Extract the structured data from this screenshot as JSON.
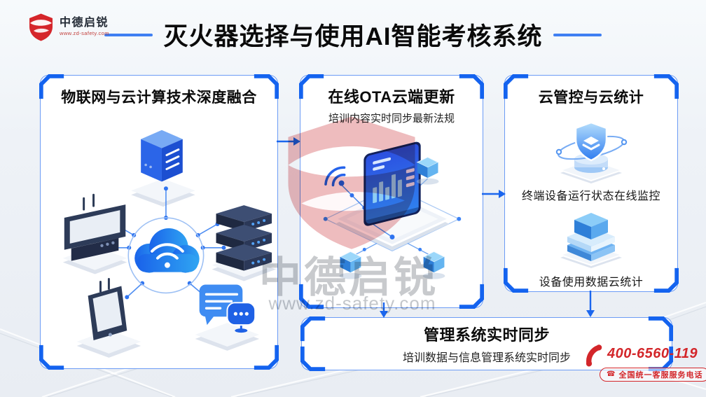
{
  "header": {
    "logo": {
      "brand": "中德启锐",
      "url": "www.zd-safety.com"
    },
    "title": "灭火器选择与使用AI智能考核系统"
  },
  "panels": {
    "iot": {
      "title": "物联网与云计算技术深度融合"
    },
    "ota": {
      "title": "在线OTA云端更新",
      "subtitle": "培训内容实时同步最新法规"
    },
    "cloud": {
      "title": "云管控与云统计",
      "items": [
        {
          "label": "终端设备运行状态在线监控"
        },
        {
          "label": "设备使用数据云统计"
        }
      ]
    },
    "sync": {
      "title": "管理系统实时同步",
      "subtitle": "培训数据与信息管理系统实时同步"
    }
  },
  "watermark": {
    "brand": "中德启锐",
    "url": "www.zd-safety.com"
  },
  "contact": {
    "phone": "400-6560-119",
    "label": "全国统一客服服务电话",
    "badge_glyph": "☎"
  },
  "colors": {
    "accent_blue": "#1b66ee",
    "panel_border": "#6c9cf5",
    "brand_red": "#d3262a",
    "title_black": "#0a0a0a"
  }
}
